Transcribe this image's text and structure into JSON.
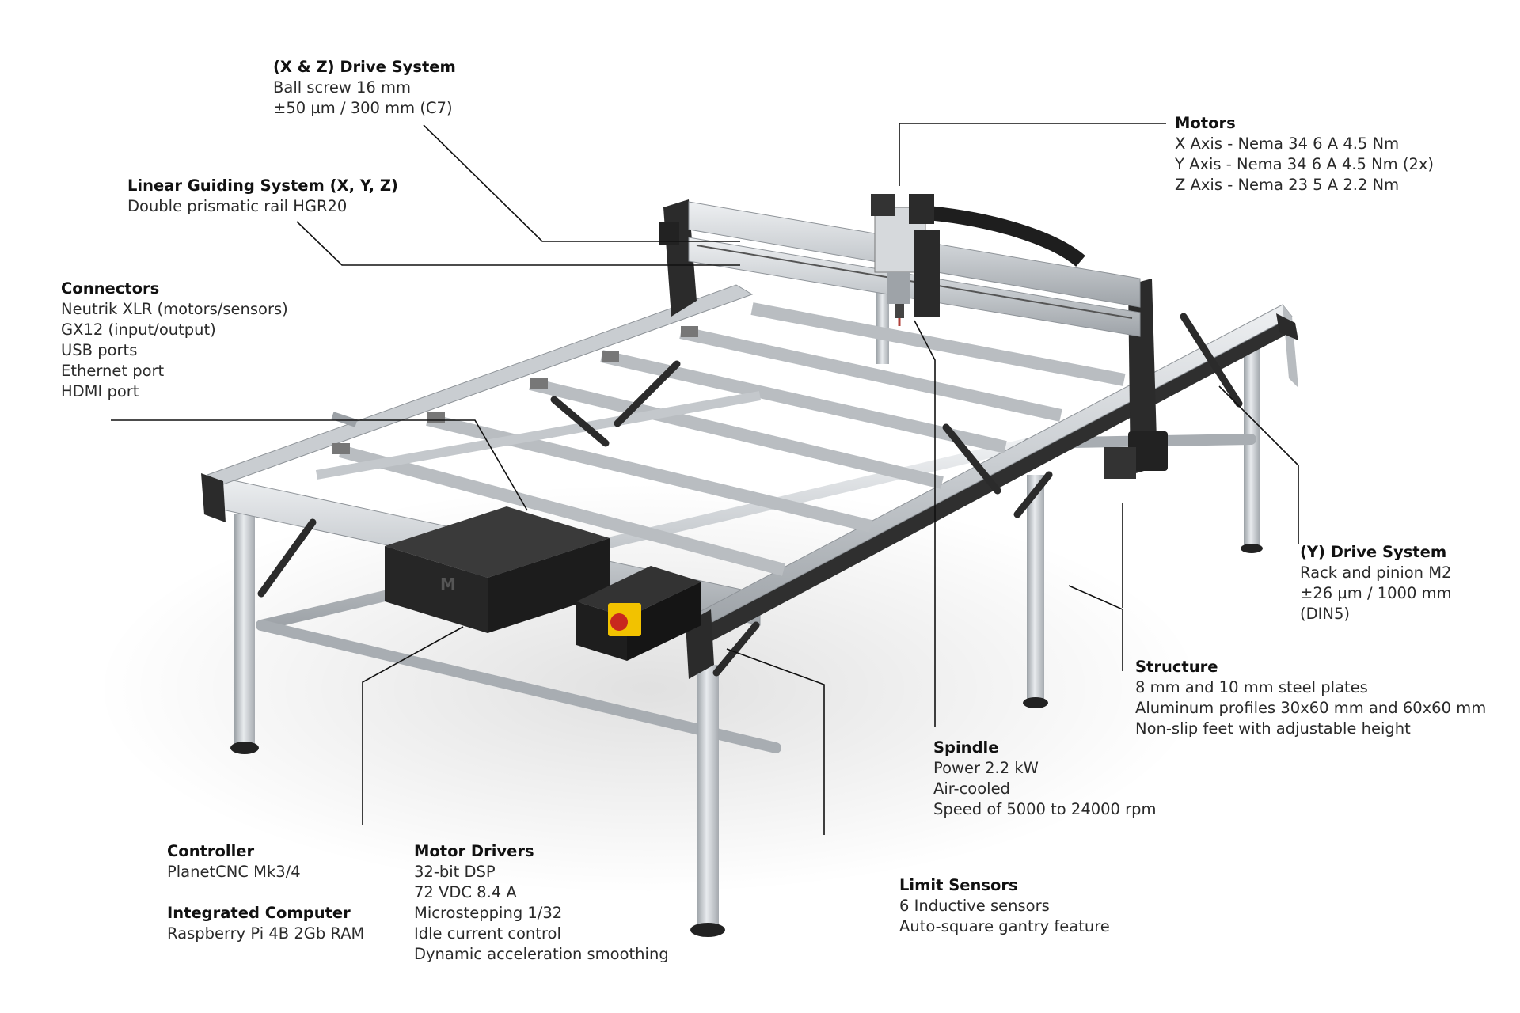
{
  "callouts": {
    "xz_drive": {
      "title": "(X & Z) Drive System",
      "lines": [
        "Ball screw 16 mm",
        "±50 µm / 300 mm (C7)"
      ]
    },
    "linear_guiding": {
      "title": "Linear Guiding System (X, Y, Z)",
      "lines": [
        "Double prismatic rail HGR20"
      ]
    },
    "connectors": {
      "title": "Connectors",
      "lines": [
        "Neutrik XLR (motors/sensors)",
        "GX12 (input/output)",
        "USB ports",
        "Ethernet port",
        "HDMI port"
      ]
    },
    "motors": {
      "title": "Motors",
      "lines": [
        "X Axis - Nema 34 6 A 4.5 Nm",
        "Y Axis - Nema 34 6 A 4.5 Nm (2x)",
        "Z Axis - Nema 23 5 A 2.2 Nm"
      ]
    },
    "y_drive": {
      "title": "(Y) Drive System",
      "lines": [
        "Rack and pinion M2",
        "±26 µm / 1000 mm",
        "(DIN5)"
      ]
    },
    "structure": {
      "title": "Structure",
      "lines": [
        "8 mm and 10 mm steel plates",
        "Aluminum profiles 30x60 mm and 60x60 mm",
        "Non-slip feet with adjustable height"
      ]
    },
    "spindle": {
      "title": "Spindle",
      "lines": [
        "Power 2.2 kW",
        "Air-cooled",
        "Speed of 5000 to 24000 rpm"
      ]
    },
    "limit_sensors": {
      "title": "Limit Sensors",
      "lines": [
        "6 Inductive sensors",
        "Auto-square gantry feature"
      ]
    },
    "controller": {
      "title": "Controller",
      "lines": [
        "PlanetCNC Mk3/4"
      ]
    },
    "integrated_computer": {
      "title": "Integrated Computer",
      "lines": [
        "Raspberry Pi 4B 2Gb RAM"
      ]
    },
    "motor_drivers": {
      "title": "Motor Drivers",
      "lines": [
        "32-bit DSP",
        "72 VDC 8.4 A",
        "Microstepping 1/32",
        "Idle current control",
        "Dynamic acceleration smoothing"
      ]
    }
  },
  "colors": {
    "frame_light": "#d9dcdf",
    "frame_mid": "#b4b8bc",
    "frame_dark": "#8c9196",
    "steel_black": "#2b2b2b",
    "box_black": "#222222",
    "estop_yellow": "#f2c200",
    "estop_red": "#c8281e",
    "leader": "#111111"
  }
}
